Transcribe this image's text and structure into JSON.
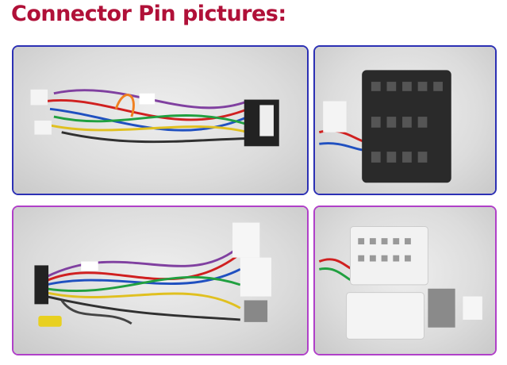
{
  "title": "Connector Pin pictures:",
  "colors": {
    "title": "#b01038",
    "top_border": "#2c30b4",
    "bottom_border": "#b040c8"
  },
  "photos": [
    {
      "name": "harness-photo-1"
    },
    {
      "name": "connector-closeup-1"
    },
    {
      "name": "harness-photo-2"
    },
    {
      "name": "connector-closeup-2"
    }
  ]
}
